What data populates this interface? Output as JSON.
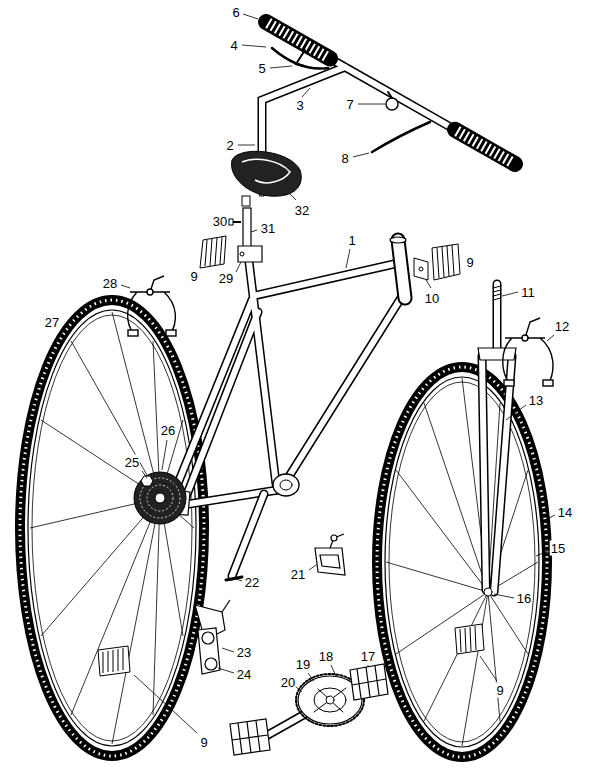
{
  "diagram": {
    "labels": [
      "6",
      "4",
      "5",
      "3",
      "2",
      "7",
      "8",
      "32",
      "1",
      "30",
      "31",
      "9",
      "10",
      "28",
      "9",
      "29",
      "11",
      "12",
      "27",
      "13",
      "26",
      "14",
      "25",
      "15",
      "21",
      "22",
      "16",
      "23",
      "18",
      "24",
      "19",
      "20",
      "17",
      "9",
      "9"
    ]
  }
}
